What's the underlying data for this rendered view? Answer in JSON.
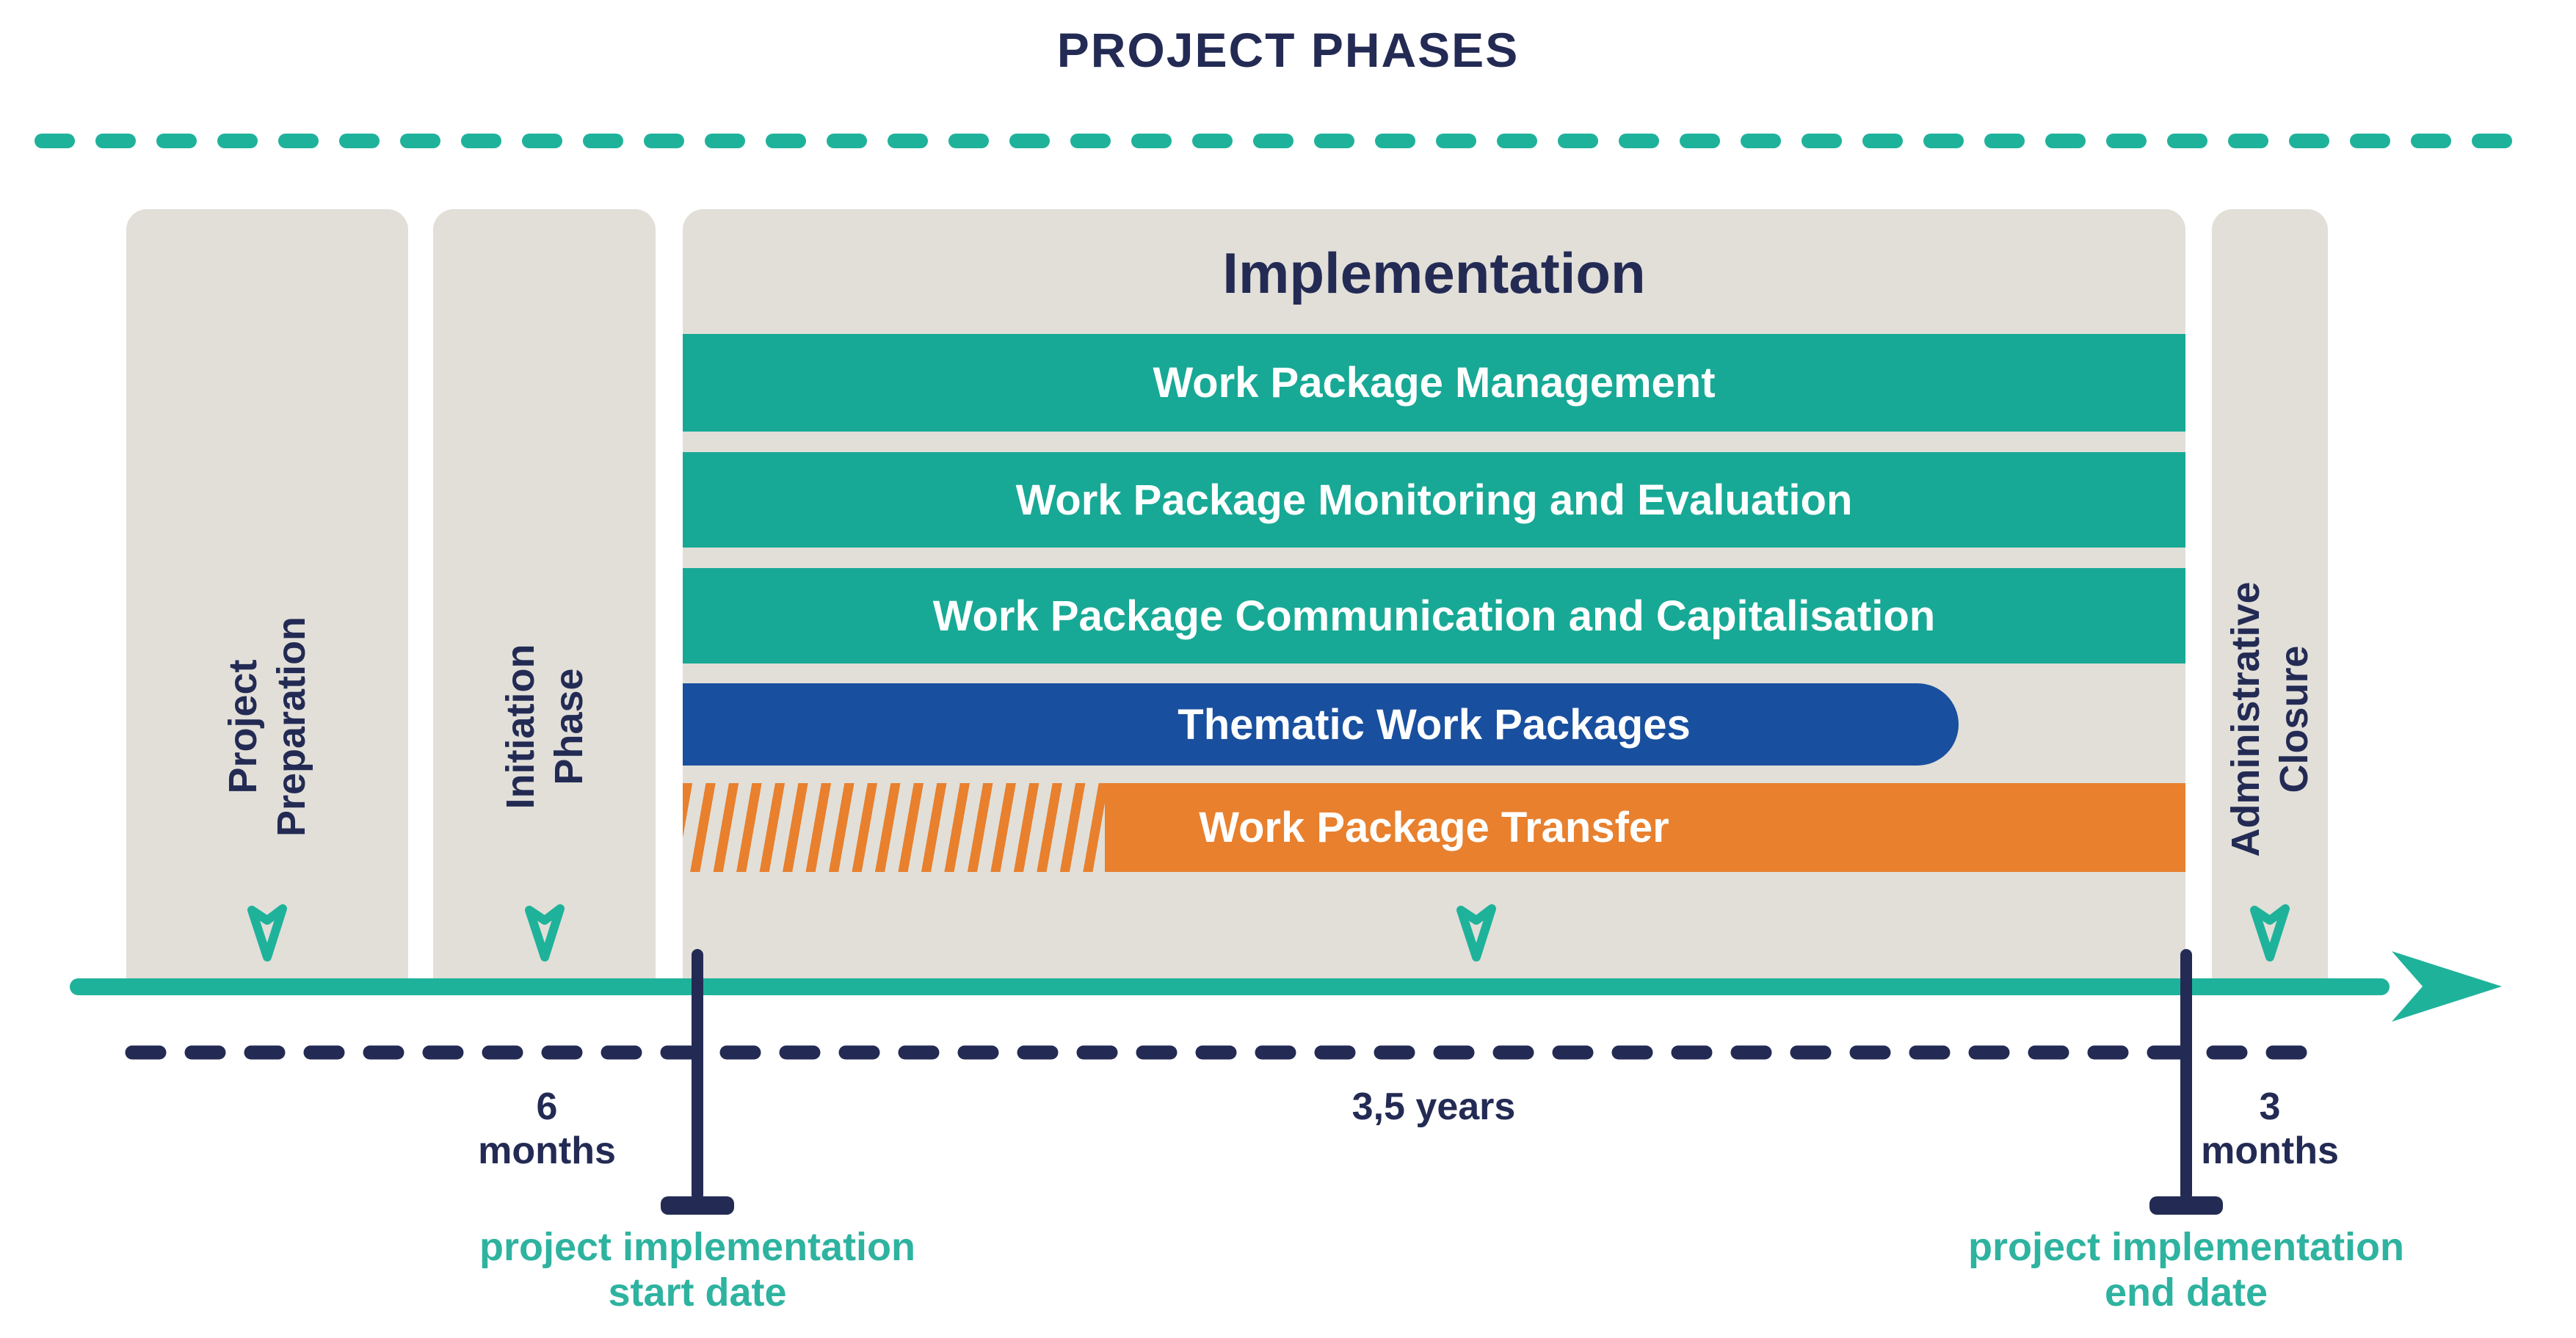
{
  "palette": {
    "navy": "#232b54",
    "teal": "#1fb29b",
    "teal_bar": "#17a995",
    "teal_text": "#2eb3a0",
    "blue": "#194f9f",
    "orange": "#e8802e",
    "column_gray": "#e1dfd8",
    "background": "#ffffff"
  },
  "header": {
    "title": "PROJECT PHASES"
  },
  "phases": {
    "preparation": {
      "label": [
        "Project",
        "Preparation"
      ]
    },
    "initiation": {
      "label": [
        "Initiation",
        "Phase"
      ]
    },
    "implementation": {
      "title": "Implementation",
      "bars": [
        {
          "label": "Work Package Management",
          "color": "#17a995"
        },
        {
          "label": "Work Package Monitoring and Evaluation",
          "color": "#17a995"
        },
        {
          "label": "Work Package Communication and Capitalisation",
          "color": "#17a995"
        },
        {
          "label": "Thematic Work Packages",
          "color": "#194f9f"
        },
        {
          "label": "Work Package Transfer",
          "color": "#e8802e",
          "hatched_lead_in": true
        }
      ]
    },
    "closure": {
      "label": [
        "Administrative",
        "Closure"
      ]
    }
  },
  "timeline": {
    "durations": [
      {
        "id": "before-start",
        "label": [
          "6",
          "months"
        ]
      },
      {
        "id": "implementation",
        "label": [
          "3,5 years"
        ]
      },
      {
        "id": "after-end",
        "label": [
          "3",
          "months"
        ]
      }
    ],
    "markers": [
      {
        "id": "start",
        "label": [
          "project implementation",
          "start date"
        ]
      },
      {
        "id": "end",
        "label": [
          "project implementation",
          "end date"
        ]
      }
    ]
  }
}
